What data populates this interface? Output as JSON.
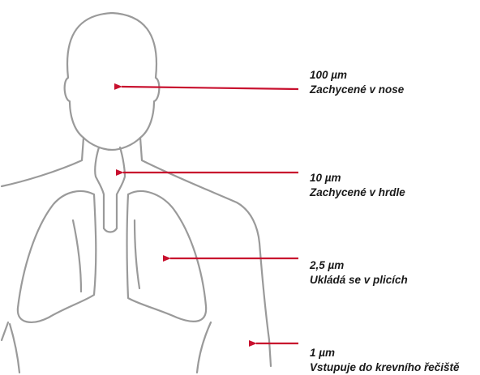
{
  "colors": {
    "outline": "#9a9a9a",
    "arrow": "#c8102e",
    "text": "#1a1a1a",
    "background": "#ffffff"
  },
  "labels": [
    {
      "size": "100 µm",
      "description": "Zachycené v nose"
    },
    {
      "size": "10 µm",
      "description": "Zachycené v hrdle"
    },
    {
      "size": "2,5 µm",
      "description": "Ukládá se v plicích"
    },
    {
      "size": "1 µm",
      "description": "Vstupuje do krevního řečiště"
    }
  ]
}
